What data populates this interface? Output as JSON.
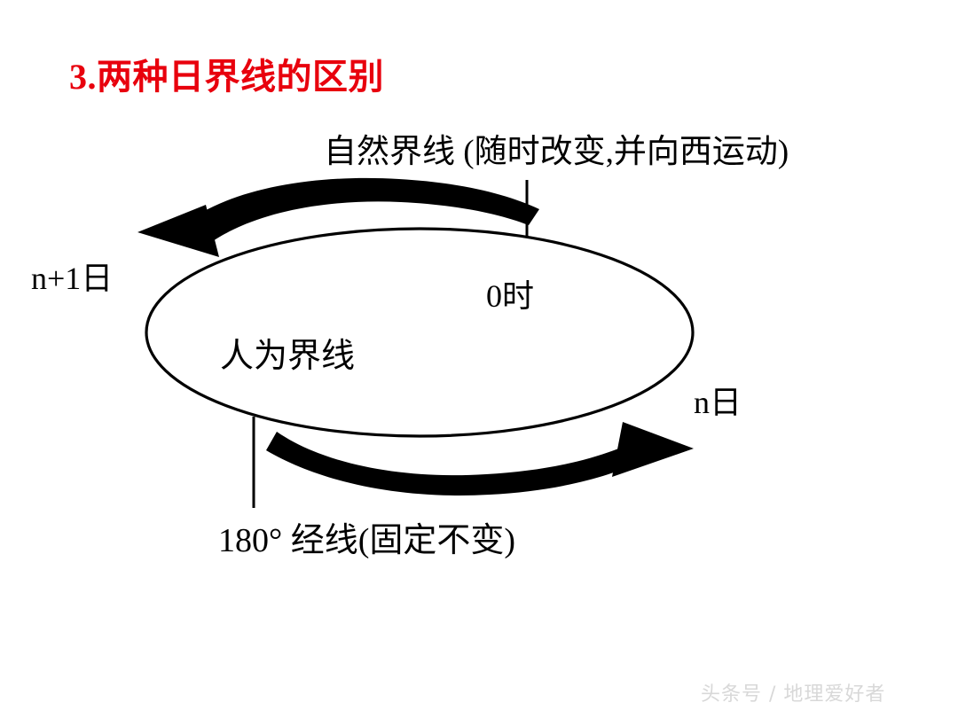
{
  "slide": {
    "background_color": "#ffffff",
    "title": {
      "text": "3.两种日界线的区别",
      "color": "#e8000d"
    },
    "diagram": {
      "name": "date-line-comparison-diagram",
      "ellipse": {
        "label_inside": "人为界线",
        "label_hour": "0时",
        "stroke_color": "#000000"
      },
      "labels": {
        "natural_line": "自然界线 (随时改变,并向西运动)",
        "day_next": "n+1日",
        "hour_zero": "0时",
        "artificial_line": "人为界线",
        "day_current": "n日",
        "meridian": "180° 经线(固定不变)"
      },
      "arrows": [
        {
          "name": "top-arrow-westward",
          "direction": "left",
          "color": "#000000",
          "points_to": "自然界线 (随时改变,并向西运动)"
        },
        {
          "name": "bottom-arrow-eastward",
          "direction": "right",
          "color": "#000000",
          "points_to": "180° 经线(固定不变)"
        }
      ],
      "leader_lines": [
        {
          "name": "natural-line-leader",
          "from": "top label",
          "to": "ellipse top"
        },
        {
          "name": "meridian-leader",
          "from": "ellipse bottom",
          "to": "bottom label"
        }
      ]
    },
    "watermark": {
      "text": "头条号 / 地理爱好者",
      "color": "#d8d8d8"
    }
  }
}
